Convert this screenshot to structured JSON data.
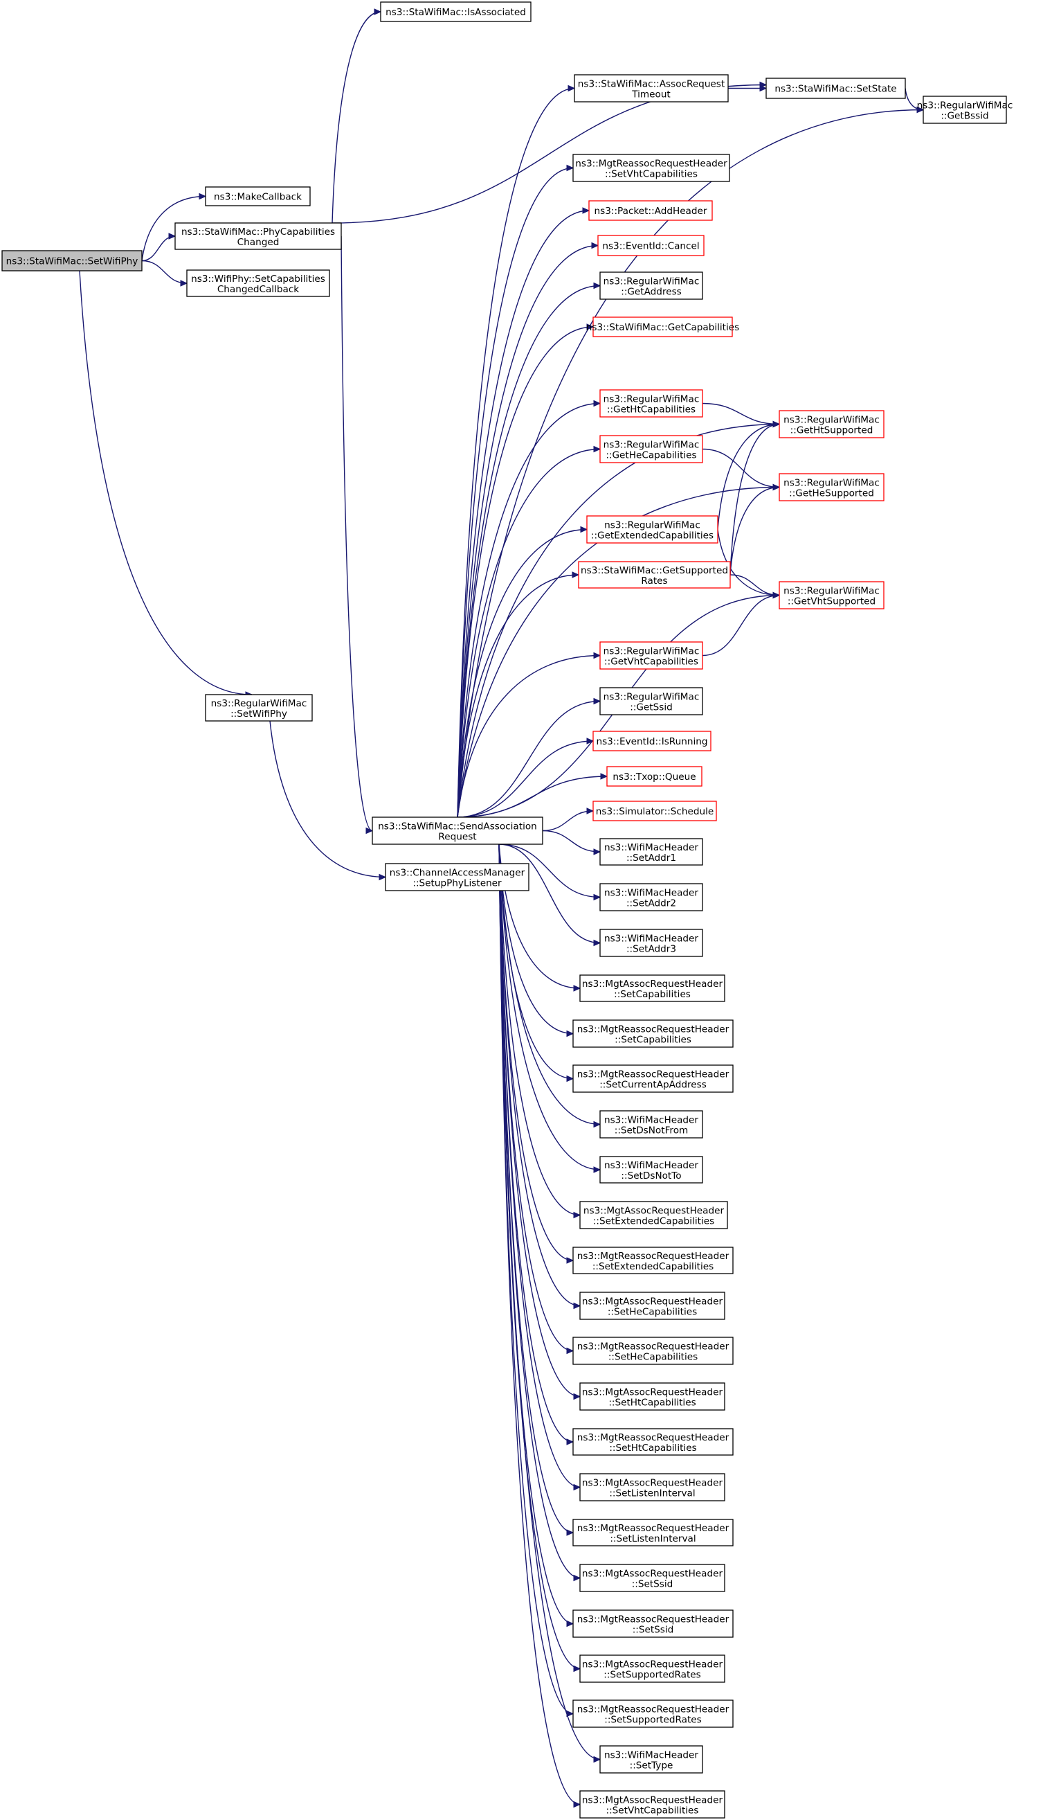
{
  "diagram": {
    "type": "call-graph",
    "nodes": [
      {
        "id": "n0",
        "label": [
          "ns3::StaWifiMac::SetWifiPhy"
        ],
        "style": "root"
      },
      {
        "id": "n1",
        "label": [
          "ns3::MakeCallback"
        ]
      },
      {
        "id": "n2",
        "label": [
          "ns3::StaWifiMac::PhyCapabilities",
          "Changed"
        ]
      },
      {
        "id": "n3",
        "label": [
          "ns3::WifiPhy::SetCapabilities",
          "ChangedCallback"
        ]
      },
      {
        "id": "n4",
        "label": [
          "ns3::RegularWifiMac",
          "::SetWifiPhy"
        ]
      },
      {
        "id": "n5",
        "label": [
          "ns3::StaWifiMac::IsAssociated"
        ]
      },
      {
        "id": "n6",
        "label": [
          "ns3::StaWifiMac::SetState"
        ]
      },
      {
        "id": "n7",
        "label": [
          "ns3::StaWifiMac::SendAssociation",
          "Request"
        ]
      },
      {
        "id": "n8",
        "label": [
          "ns3::ChannelAccessManager",
          "::SetupPhyListener"
        ]
      },
      {
        "id": "n9",
        "label": [
          "ns3::RegularWifiMac",
          "::GetBssid"
        ]
      },
      {
        "id": "c0",
        "label": [
          "ns3::StaWifiMac::AssocRequest",
          "Timeout"
        ]
      },
      {
        "id": "c1",
        "label": [
          "ns3::MgtReassocRequestHeader",
          "::SetVhtCapabilities"
        ]
      },
      {
        "id": "c2",
        "label": [
          "ns3::Packet::AddHeader"
        ],
        "style": "red"
      },
      {
        "id": "c3",
        "label": [
          "ns3::EventId::Cancel"
        ],
        "style": "red"
      },
      {
        "id": "c4",
        "label": [
          "ns3::RegularWifiMac",
          "::GetAddress"
        ]
      },
      {
        "id": "c5",
        "label": [
          "ns3::StaWifiMac::GetCapabilities"
        ],
        "style": "red"
      },
      {
        "id": "c6",
        "label": [
          "ns3::RegularWifiMac",
          "::GetHtCapabilities"
        ],
        "style": "red"
      },
      {
        "id": "c7",
        "label": [
          "ns3::RegularWifiMac",
          "::GetHeCapabilities"
        ],
        "style": "red"
      },
      {
        "id": "c8",
        "label": [
          "ns3::RegularWifiMac",
          "::GetExtendedCapabilities"
        ],
        "style": "red"
      },
      {
        "id": "c9",
        "label": [
          "ns3::StaWifiMac::GetSupported",
          "Rates"
        ],
        "style": "red"
      },
      {
        "id": "c10",
        "label": [
          "ns3::RegularWifiMac",
          "::GetVhtCapabilities"
        ],
        "style": "red"
      },
      {
        "id": "c11",
        "label": [
          "ns3::RegularWifiMac",
          "::GetSsid"
        ]
      },
      {
        "id": "c12",
        "label": [
          "ns3::EventId::IsRunning"
        ],
        "style": "red"
      },
      {
        "id": "c13",
        "label": [
          "ns3::Txop::Queue"
        ],
        "style": "red"
      },
      {
        "id": "c14",
        "label": [
          "ns3::Simulator::Schedule"
        ],
        "style": "red"
      },
      {
        "id": "c15",
        "label": [
          "ns3::WifiMacHeader",
          "::SetAddr1"
        ]
      },
      {
        "id": "c16",
        "label": [
          "ns3::WifiMacHeader",
          "::SetAddr2"
        ]
      },
      {
        "id": "c17",
        "label": [
          "ns3::WifiMacHeader",
          "::SetAddr3"
        ]
      },
      {
        "id": "c18",
        "label": [
          "ns3::MgtAssocRequestHeader",
          "::SetCapabilities"
        ]
      },
      {
        "id": "c19",
        "label": [
          "ns3::MgtReassocRequestHeader",
          "::SetCapabilities"
        ]
      },
      {
        "id": "c20",
        "label": [
          "ns3::MgtReassocRequestHeader",
          "::SetCurrentApAddress"
        ]
      },
      {
        "id": "c21",
        "label": [
          "ns3::WifiMacHeader",
          "::SetDsNotFrom"
        ]
      },
      {
        "id": "c22",
        "label": [
          "ns3::WifiMacHeader",
          "::SetDsNotTo"
        ]
      },
      {
        "id": "c23",
        "label": [
          "ns3::MgtAssocRequestHeader",
          "::SetExtendedCapabilities"
        ]
      },
      {
        "id": "c24",
        "label": [
          "ns3::MgtReassocRequestHeader",
          "::SetExtendedCapabilities"
        ]
      },
      {
        "id": "c25",
        "label": [
          "ns3::MgtAssocRequestHeader",
          "::SetHeCapabilities"
        ]
      },
      {
        "id": "c26",
        "label": [
          "ns3::MgtReassocRequestHeader",
          "::SetHeCapabilities"
        ]
      },
      {
        "id": "c27",
        "label": [
          "ns3::MgtAssocRequestHeader",
          "::SetHtCapabilities"
        ]
      },
      {
        "id": "c28",
        "label": [
          "ns3::MgtReassocRequestHeader",
          "::SetHtCapabilities"
        ]
      },
      {
        "id": "c29",
        "label": [
          "ns3::MgtAssocRequestHeader",
          "::SetListenInterval"
        ]
      },
      {
        "id": "c30",
        "label": [
          "ns3::MgtReassocRequestHeader",
          "::SetListenInterval"
        ]
      },
      {
        "id": "c31",
        "label": [
          "ns3::MgtAssocRequestHeader",
          "::SetSsid"
        ]
      },
      {
        "id": "c32",
        "label": [
          "ns3::MgtReassocRequestHeader",
          "::SetSsid"
        ]
      },
      {
        "id": "c33",
        "label": [
          "ns3::MgtAssocRequestHeader",
          "::SetSupportedRates"
        ]
      },
      {
        "id": "c34",
        "label": [
          "ns3::MgtReassocRequestHeader",
          "::SetSupportedRates"
        ]
      },
      {
        "id": "c35",
        "label": [
          "ns3::WifiMacHeader",
          "::SetType"
        ]
      },
      {
        "id": "c36",
        "label": [
          "ns3::MgtAssocRequestHeader",
          "::SetVhtCapabilities"
        ]
      },
      {
        "id": "r0",
        "label": [
          "ns3::RegularWifiMac",
          "::GetHtSupported"
        ],
        "style": "red"
      },
      {
        "id": "r1",
        "label": [
          "ns3::RegularWifiMac",
          "::GetHeSupported"
        ],
        "style": "red"
      },
      {
        "id": "r2",
        "label": [
          "ns3::RegularWifiMac",
          "::GetVhtSupported"
        ],
        "style": "red"
      }
    ],
    "edges": [
      [
        "n0",
        "n1"
      ],
      [
        "n0",
        "n2"
      ],
      [
        "n0",
        "n3"
      ],
      [
        "n0",
        "n4"
      ],
      [
        "n2",
        "n5"
      ],
      [
        "n2",
        "n6"
      ],
      [
        "n2",
        "n7"
      ],
      [
        "n4",
        "n8"
      ],
      [
        "n6",
        "n9"
      ],
      [
        "c0",
        "n6"
      ],
      [
        "n7",
        "c0"
      ],
      [
        "n7",
        "c1"
      ],
      [
        "n7",
        "c2"
      ],
      [
        "n7",
        "c3"
      ],
      [
        "n7",
        "c4"
      ],
      [
        "n7",
        "c5"
      ],
      [
        "n7",
        "c6"
      ],
      [
        "n7",
        "c7"
      ],
      [
        "n7",
        "c8"
      ],
      [
        "n7",
        "c9"
      ],
      [
        "n7",
        "c10"
      ],
      [
        "n7",
        "c11"
      ],
      [
        "n7",
        "c12"
      ],
      [
        "n7",
        "c13"
      ],
      [
        "n7",
        "c14"
      ],
      [
        "n7",
        "c15"
      ],
      [
        "n7",
        "c16"
      ],
      [
        "n7",
        "c17"
      ],
      [
        "n7",
        "c18"
      ],
      [
        "n7",
        "c19"
      ],
      [
        "n7",
        "c20"
      ],
      [
        "n7",
        "c21"
      ],
      [
        "n7",
        "c22"
      ],
      [
        "n7",
        "c23"
      ],
      [
        "n7",
        "c24"
      ],
      [
        "n7",
        "c25"
      ],
      [
        "n7",
        "c26"
      ],
      [
        "n7",
        "c27"
      ],
      [
        "n7",
        "c28"
      ],
      [
        "n7",
        "c29"
      ],
      [
        "n7",
        "c30"
      ],
      [
        "n7",
        "c31"
      ],
      [
        "n7",
        "c32"
      ],
      [
        "n7",
        "c33"
      ],
      [
        "n7",
        "c34"
      ],
      [
        "n7",
        "c35"
      ],
      [
        "n7",
        "c36"
      ],
      [
        "n7",
        "n9"
      ],
      [
        "n7",
        "r0"
      ],
      [
        "n7",
        "r1"
      ],
      [
        "n7",
        "r2"
      ],
      [
        "c6",
        "r0"
      ],
      [
        "c7",
        "r1"
      ],
      [
        "c8",
        "r0"
      ],
      [
        "c8",
        "r2"
      ],
      [
        "c9",
        "r0"
      ],
      [
        "c9",
        "r1"
      ],
      [
        "c9",
        "r2"
      ],
      [
        "c10",
        "r2"
      ]
    ]
  }
}
